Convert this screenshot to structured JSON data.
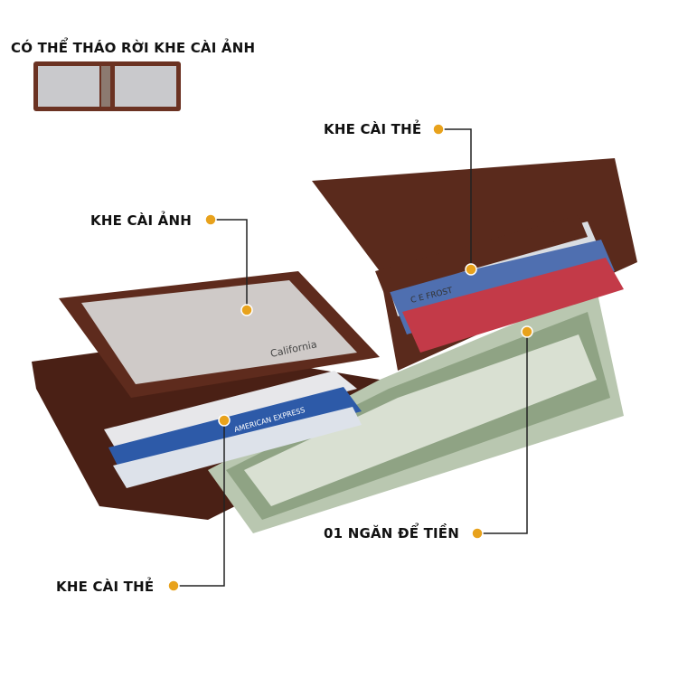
{
  "title": "CÓ THỂ THÁO RỜI KHE CÀI ẢNH",
  "callouts": {
    "card_slot_top": "KHE CÀI THẺ",
    "photo_slot": "KHE CÀI ẢNH",
    "money_pocket": "01 NGĂN ĐỂ TIỀN",
    "card_slot_bottom": "KHE CÀI THẺ"
  },
  "card_texts": {
    "card_name": "C E FROST",
    "amex": "AMERICAN EXPRESS",
    "license_state": "California"
  },
  "colors": {
    "leather": "#5a2a1c",
    "dot": "#e8a21c",
    "line": "#222222"
  }
}
